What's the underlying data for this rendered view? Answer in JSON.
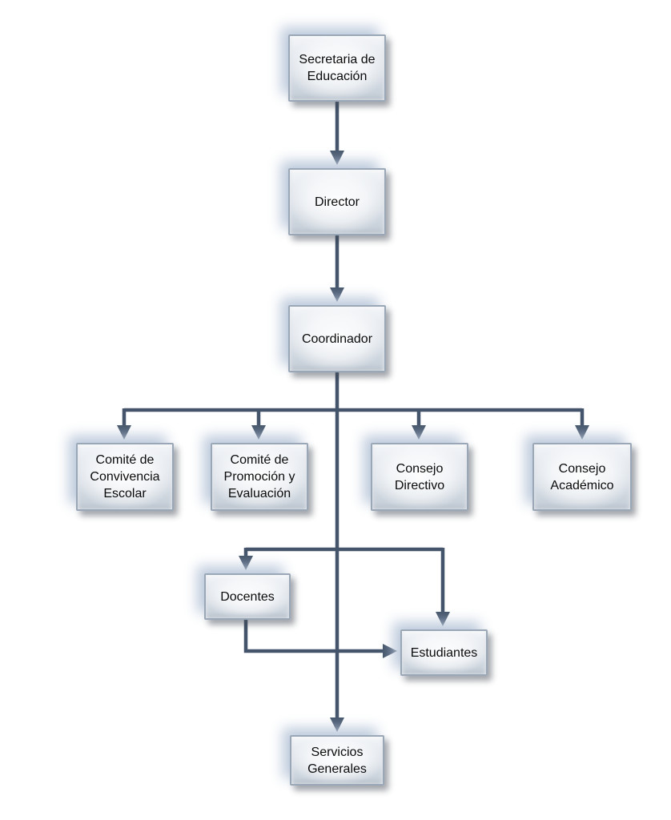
{
  "org_chart": {
    "nodes": {
      "secretaria": "Secretaria de\nEducación",
      "director": "Director",
      "coordinador": "Coordinador",
      "convivencia": "Comité de\nConvivencia\nEscolar",
      "promocion": "Comité de\nPromoción y\nEvaluación",
      "directivo": "Consejo\nDirectivo",
      "academico": "Consejo\nAcadémico",
      "docentes": "Docentes",
      "estudiantes": "Estudiantes",
      "servicios": "Servicios\nGenerales"
    },
    "colors": {
      "connector": "#44546a",
      "box_border": "#9aa7b6",
      "box_glow": "#b9c7da"
    }
  }
}
